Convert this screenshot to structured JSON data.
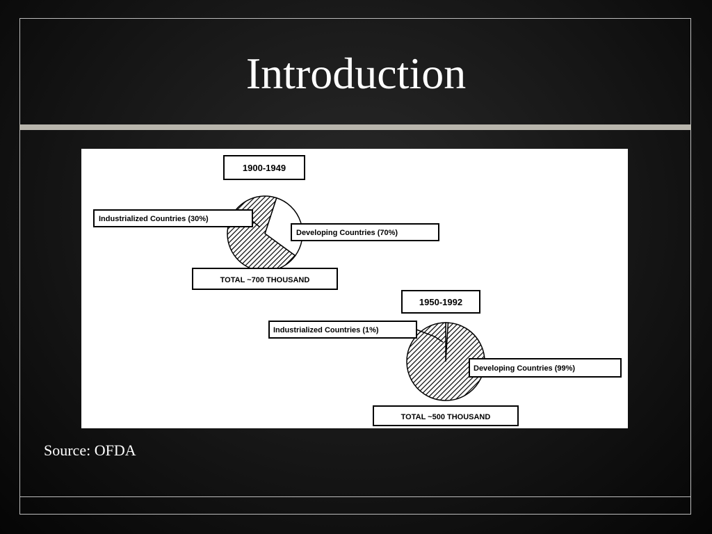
{
  "slide": {
    "title": "Introduction",
    "source": "Source: OFDA"
  },
  "colors": {
    "background": "#111111",
    "title_bar": "#b9b6ad",
    "text": "#ffffff"
  },
  "chart_data": [
    {
      "type": "pie",
      "title": "1900-1949",
      "labels": [
        "Industrialized Countries (30%)",
        "Developing Countries (70%)"
      ],
      "values": [
        30,
        70
      ],
      "total_label": "TOTAL ~700 THOUSAND",
      "fills": [
        "white",
        "hatched"
      ]
    },
    {
      "type": "pie",
      "title": "1950-1992",
      "labels": [
        "Industrialized Countries (1%)",
        "Developing Countries (99%)"
      ],
      "values": [
        1,
        99
      ],
      "total_label": "TOTAL ~500 THOUSAND",
      "fills": [
        "white",
        "hatched"
      ]
    }
  ]
}
